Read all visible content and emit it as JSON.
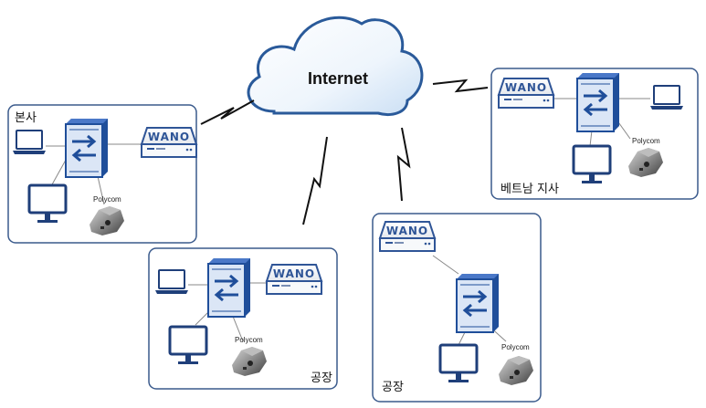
{
  "cloud": {
    "label": "Internet"
  },
  "devices": {
    "wano_label": "WANO",
    "polycom_label": "Polycom"
  },
  "sites": [
    {
      "label": "본사"
    },
    {
      "label": "베트남 지사"
    },
    {
      "label": "공장"
    },
    {
      "label": "공장"
    }
  ],
  "colors": {
    "accent": "#2f5597",
    "box_border": "#3a5a8c",
    "cloud_fill": "#e8f1fb",
    "line": "#111111",
    "thin_line": "#888888"
  }
}
